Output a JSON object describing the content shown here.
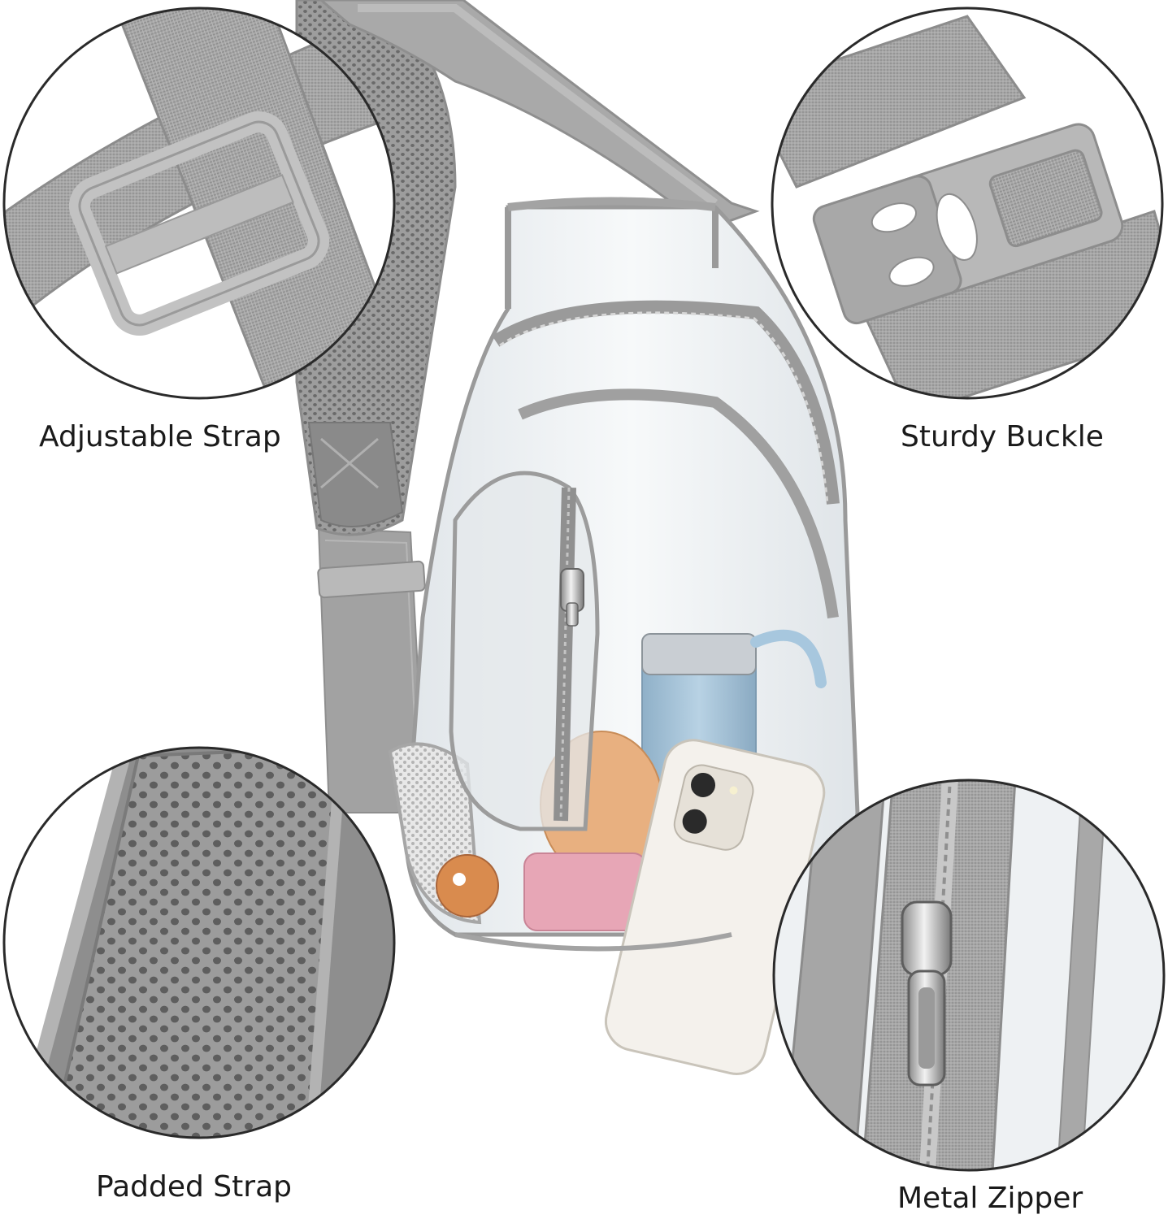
{
  "features": {
    "adjustable_strap": "Adjustable Strap",
    "sturdy_buckle": "Sturdy Buckle",
    "padded_strap": "Padded Strap",
    "metal_zipper": "Metal Zipper"
  },
  "colors": {
    "strap_gray": "#9a9a9a",
    "strap_light": "#c4c4c4",
    "strap_dark": "#7d7d7d",
    "buckle_gray": "#b8b8b8",
    "clear_pvc": "#eef1f3",
    "circle_border": "#2a2a2a",
    "bottle_blue": "#a9c6dc",
    "phone_white": "#f4f1ec",
    "text": "#1a1a1a"
  }
}
